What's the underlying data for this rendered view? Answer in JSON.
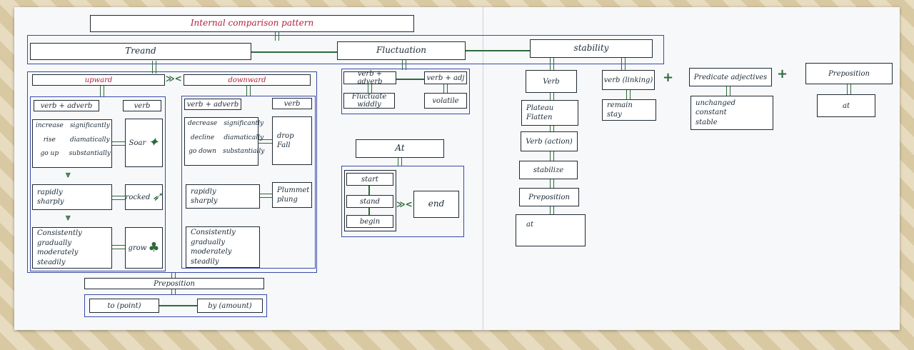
{
  "title": "Internal comparison pattern",
  "categories": {
    "trend": "Treand",
    "fluctuation": "Fluctuation",
    "stability": "stability"
  },
  "trend": {
    "upward": {
      "label": "upward",
      "verb_adverb_header": "verb + adverb",
      "verb_header": "verb",
      "verb_adverb_grid": [
        "increase",
        "significantly",
        "rise",
        "diamatically",
        "go up",
        "substantially"
      ],
      "soar": "Soar",
      "adverbs_fast": [
        "rapidly",
        "sharply"
      ],
      "rocket": "rocked",
      "adverbs_slow": [
        "Consistently",
        "gradually",
        "moderately",
        "steadily"
      ],
      "grow": "grow"
    },
    "downward": {
      "label": "downward",
      "verb_adverb_header": "verb + adverb",
      "verb_header": "verb",
      "verb_adverb_grid": [
        "decrease",
        "significantly",
        "decline",
        "diamatically",
        "go down",
        "substantially"
      ],
      "verbs": [
        "drop",
        "Fall"
      ],
      "adverbs_fast": [
        "rapidly",
        "sharply"
      ],
      "verbs_fast": [
        "Plummet",
        "plung"
      ],
      "adverbs_slow": [
        "Consistently",
        "gradually",
        "moderately",
        "steadily"
      ]
    },
    "preposition": {
      "label": "Preposition",
      "to": "to (point)",
      "by": "by (amount)"
    }
  },
  "fluctuation": {
    "verb_adverb": "verb + adverb",
    "verb_adj": "verb + adj",
    "fluctuate": "Fluctuate widdly",
    "volatile": "volatile"
  },
  "at_block": {
    "at": "At",
    "items": [
      "start",
      "stand",
      "begin"
    ],
    "end": "end"
  },
  "stability": {
    "verb": "Verb",
    "plateau": [
      "Plateau",
      "Flatten"
    ],
    "verb_action": "Verb (action)",
    "stabilize": "stabilize",
    "preposition": "Preposition",
    "at": "at",
    "verb_linking": "verb (linking)",
    "linking_items": [
      "remain",
      "stay"
    ],
    "predicate": "Predicate adjectives",
    "predicate_items": [
      "unchanged",
      "constant",
      "stable"
    ],
    "preposition2": "Preposition",
    "at2": "at"
  }
}
